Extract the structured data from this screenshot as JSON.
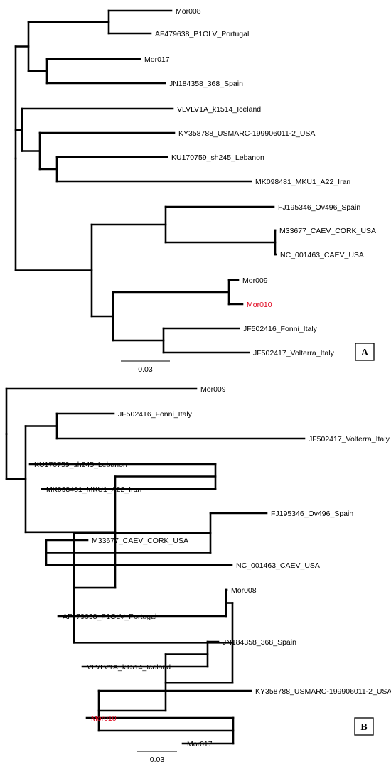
{
  "figure": {
    "panels": [
      {
        "id": "A",
        "panel_label": "A",
        "scale_label": "0.03",
        "highlight_color": "#e0001a",
        "tree": {
          "children": [
            {
              "children": [
                {
                  "children": [
                    {
                      "name": "Mor008"
                    },
                    {
                      "name": "AF479638_P1OLV_Portugal"
                    }
                  ]
                },
                {
                  "children": [
                    {
                      "name": "Mor017"
                    },
                    {
                      "name": "JN184358_368_Spain"
                    }
                  ]
                }
              ]
            },
            {
              "children": [
                {
                  "name": "VLVLV1A_k1514_Iceland"
                },
                {
                  "children": [
                    {
                      "name": "KY358788_USMARC-199906011-2_USA"
                    },
                    {
                      "children": [
                        {
                          "name": "KU170759_sh245_Lebanon"
                        },
                        {
                          "name": "MK098481_MKU1_A22_Iran"
                        }
                      ]
                    }
                  ]
                }
              ]
            },
            {
              "children": [
                {
                  "children": [
                    {
                      "name": "FJ195346_Ov496_Spain"
                    },
                    {
                      "children": [
                        {
                          "name": "M33677_CAEV_CORK_USA"
                        },
                        {
                          "name": "NC_001463_CAEV_USA"
                        }
                      ]
                    }
                  ]
                },
                {
                  "children": [
                    {
                      "children": [
                        {
                          "name": "Mor009"
                        },
                        {
                          "name": "Mor010",
                          "highlight": true
                        }
                      ]
                    },
                    {
                      "children": [
                        {
                          "name": "JF502416_Fonni_Italy"
                        },
                        {
                          "name": "JF502417_Volterra_Italy"
                        }
                      ]
                    }
                  ]
                }
              ]
            }
          ]
        }
      },
      {
        "id": "B",
        "panel_label": "B",
        "scale_label": "0.03",
        "highlight_color": "#e0001a",
        "tree": {
          "children": [
            {
              "name": "Mor009"
            },
            {
              "children": [
                {
                  "children": [
                    {
                      "name": "JF502416_Fonni_Italy"
                    },
                    {
                      "name": "JF502417_Volterra_Italy"
                    }
                  ]
                },
                {
                  "children": [
                    {
                      "children": [
                        {
                          "name": "KU170759_sh245_Lebanon"
                        },
                        {
                          "name": "MK098481_MKU1_A22_Iran"
                        }
                      ]
                    },
                    {
                      "children": [
                        {
                          "children": [
                            {
                              "name": "FJ195346_Ov496_Spain"
                            },
                            {
                              "children": [
                                {
                                  "name": "M33677_CAEV_CORK_USA"
                                },
                                {
                                  "name": "NC_001463_CAEV_USA"
                                }
                              ]
                            }
                          ]
                        },
                        {
                          "children": [
                            {
                              "children": [
                                {
                                  "name": "Mor008"
                                },
                                {
                                  "name": "AF479638_P1OLV_Portugal"
                                }
                              ]
                            },
                            {
                              "children": [
                                {
                                  "children": [
                                    {
                                      "name": "JN184358_368_Spain"
                                    },
                                    {
                                      "name": "VLVLV1A_k1514_Iceland"
                                    }
                                  ]
                                },
                                {
                                  "children": [
                                    {
                                      "name": "KY358788_USMARC-199906011-2_USA"
                                    },
                                    {
                                      "children": [
                                        {
                                          "name": "Mor010",
                                          "highlight": true
                                        },
                                        {
                                          "name": "Mor017"
                                        }
                                      ]
                                    }
                                  ]
                                }
                              ]
                            }
                          ]
                        }
                      ]
                    }
                  ]
                }
              ]
            }
          ]
        }
      }
    ]
  }
}
